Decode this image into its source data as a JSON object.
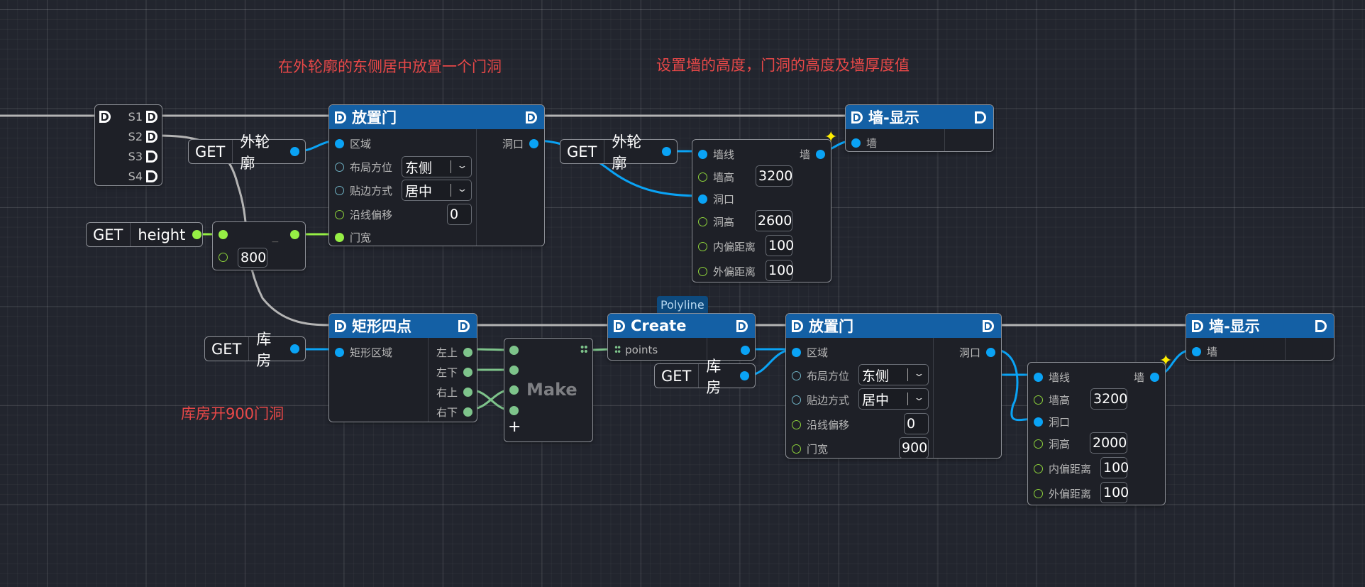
{
  "canvas": {
    "background": "#22252e",
    "colors": {
      "header": "#1460a5",
      "annotation": "#e84848",
      "pin_object": "#0aa3f5",
      "pin_number": "#96ef45",
      "pin_point": "#7ec48b",
      "exec_wire": "#b4b4b4",
      "highlight_star": "#ffee00"
    }
  },
  "annotations": [
    "在外轮廓的东侧居中放置一个门洞",
    "设置墙的高度，门洞的高度及墙厚度值",
    "库房开900门洞"
  ],
  "sequence_node": {
    "outputs": [
      "S1",
      "S2",
      "S3",
      "S4"
    ],
    "icon": "exec-icon"
  },
  "get_nodes": [
    {
      "prefix": "GET",
      "variable": "外轮廓"
    },
    {
      "prefix": "GET",
      "variable": "height"
    },
    {
      "prefix": "GET",
      "variable": "外轮廓"
    },
    {
      "prefix": "GET",
      "variable": "库房"
    },
    {
      "prefix": "GET",
      "variable": "库房"
    }
  ],
  "subtract_node": {
    "operator": "−",
    "value": "800"
  },
  "place_door_top": {
    "title": "放置门",
    "inputs": {
      "region": "区域",
      "layout": "布局方位",
      "align": "贴边方式",
      "offset": "沿线偏移",
      "width": "门宽"
    },
    "layout_value": "东侧",
    "align_value": "居中",
    "offset_value": "0",
    "output": "洞口"
  },
  "wall_top": {
    "inputs": [
      "墙线",
      "墙高",
      "洞口",
      "洞高",
      "内偏距离",
      "外偏距离"
    ],
    "wall_height": "3200",
    "hole_height": "2600",
    "inner_offset": "100",
    "outer_offset": "100",
    "output": "墙"
  },
  "wall_display_top": {
    "title": "墙-显示",
    "input": "墙"
  },
  "rect_points": {
    "title": "矩形四点",
    "input": "矩形区域",
    "outputs": [
      "左上",
      "左下",
      "右上",
      "右下"
    ]
  },
  "make_node": {
    "label": "Make",
    "add": "+"
  },
  "create_node": {
    "badge": "Polyline",
    "title": "Create",
    "input": "points"
  },
  "place_door_bottom": {
    "title": "放置门",
    "inputs": {
      "region": "区域",
      "layout": "布局方位",
      "align": "贴边方式",
      "offset": "沿线偏移",
      "width": "门宽"
    },
    "layout_value": "东侧",
    "align_value": "居中",
    "offset_value": "0",
    "width_value": "900",
    "output": "洞口"
  },
  "wall_bottom": {
    "inputs": [
      "墙线",
      "墙高",
      "洞口",
      "洞高",
      "内偏距离",
      "外偏距离"
    ],
    "wall_height": "3200",
    "hole_height": "2000",
    "inner_offset": "100",
    "outer_offset": "100",
    "output": "墙"
  },
  "wall_display_bottom": {
    "title": "墙-显示",
    "input": "墙"
  }
}
